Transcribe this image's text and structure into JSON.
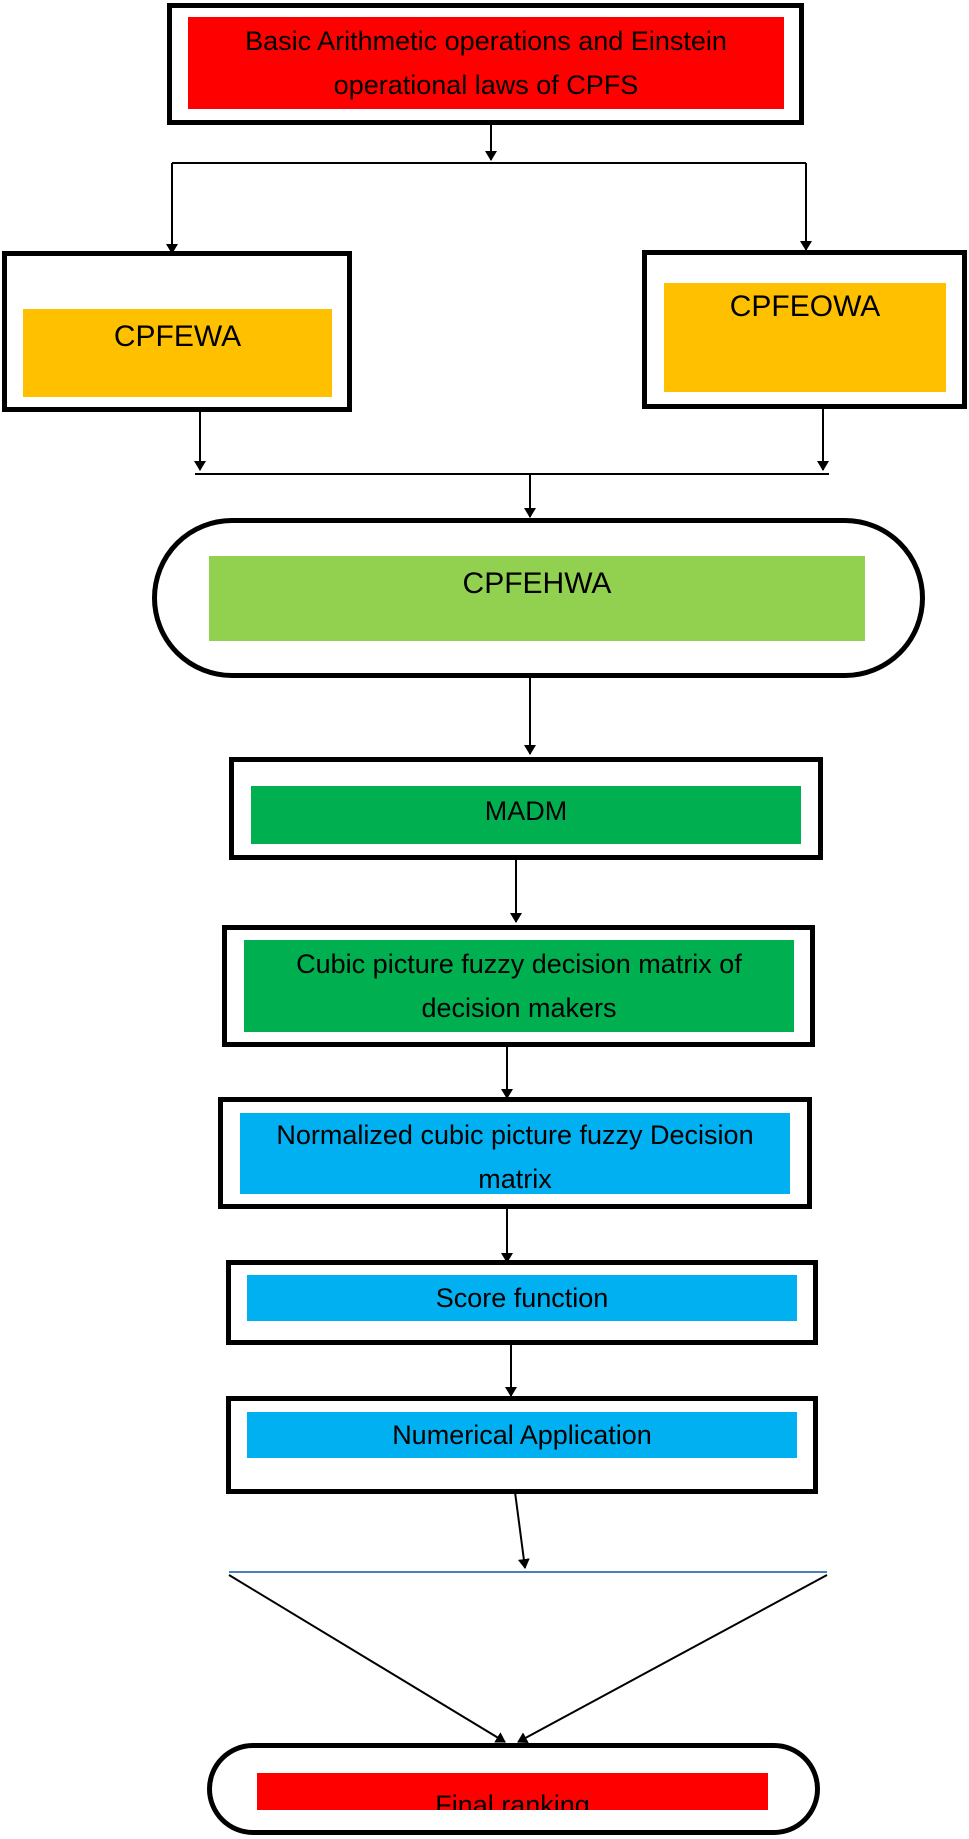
{
  "nodes": {
    "basic": {
      "text": "Basic Arithmetic operations and Einstein operational laws of CPFS",
      "color": "#ff0000"
    },
    "cpfewa": {
      "text": "CPFEWA",
      "color": "#ffc000"
    },
    "cpfeowa": {
      "text": "CPFEOWA",
      "color": "#ffc000"
    },
    "cpfehwa": {
      "text": "CPFEHWA",
      "color": "#92d050"
    },
    "madm": {
      "text": "MADM",
      "color": "#00b050"
    },
    "decision_matrix": {
      "text": "Cubic picture fuzzy decision matrix of decision makers",
      "color": "#00b050"
    },
    "normalized": {
      "text": "Normalized cubic picture fuzzy Decision matrix",
      "color": "#00b0f0"
    },
    "score": {
      "text": "Score function",
      "color": "#00b0f0"
    },
    "numerical": {
      "text": "Numerical Application",
      "color": "#00b0f0"
    },
    "final": {
      "text": "Final ranking",
      "color": "#ff0000"
    }
  },
  "colors": {
    "line": "#000000",
    "divider": "#4a7ebb",
    "border": "#000000"
  }
}
